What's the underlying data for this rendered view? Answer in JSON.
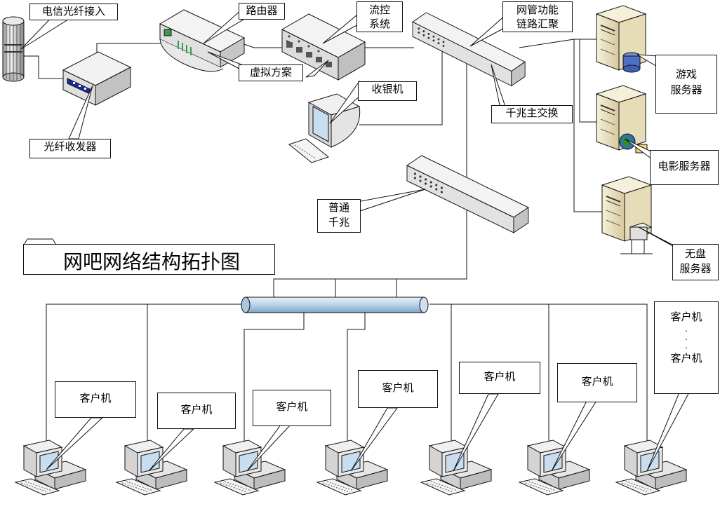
{
  "title": "网吧网络结构拓扑图",
  "labels": {
    "fiber_access": "电信光纤接入",
    "router": "路由器",
    "flow_control_1": "流控",
    "flow_control_2": "系统",
    "netmgmt_1": "网管功能",
    "netmgmt_2": "链路汇聚",
    "virtual_solution": "虚拟方案",
    "cashier": "收银机",
    "gigabit_main": "千兆主交换",
    "fiber_transceiver": "光纤收发器",
    "normal_gigabit_1": "普通",
    "normal_gigabit_2": "千兆",
    "game_server_1": "游戏",
    "game_server_2": "服务器",
    "movie_server": "电影服务器",
    "diskless_1": "无盘",
    "diskless_2": "服务器",
    "client": "客户机",
    "client_more_dots": ".",
    "client_last": "客户机"
  },
  "colors": {
    "line": "#111111",
    "device_light": "#f2f2f2",
    "device_mid": "#d9d9d9",
    "device_dark": "#9a9a9a",
    "server_beige": "#efe6c8",
    "server_beige_dark": "#bfb28a",
    "bus_blue": "#b9d3ea",
    "screen_blue": "#7fa9d8",
    "port_blue": "#1a2a9c",
    "router_green": "#3a9a55",
    "globe_green": "#2e8b3a",
    "disk_blue": "#4d6fc4"
  },
  "icons": [
    "fiber-cylinder-icon",
    "transceiver-icon",
    "router-icon",
    "flow-control-icon",
    "gigabit-switch-icon",
    "cashier-computer-icon",
    "normal-switch-icon",
    "game-server-icon",
    "movie-server-icon",
    "diskless-server-icon",
    "backbone-bus-icon",
    "client-computer-icon"
  ]
}
